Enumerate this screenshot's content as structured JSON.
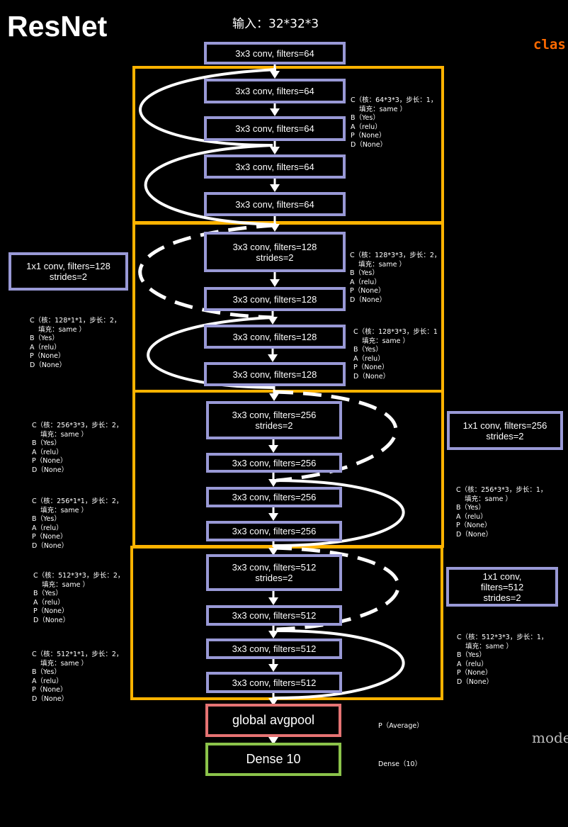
{
  "header": {
    "title": "ResNet",
    "input_label": "输入：32*32*3",
    "cut_right": "clas",
    "cut_bottom": "mode"
  },
  "colors": {
    "background": "#000000",
    "conv_border": "#9999d6",
    "stage_border": "#ffb300",
    "pool_border": "#e57373",
    "dense_border": "#8bc34a",
    "arrow": "#ffffff"
  },
  "layers": [
    "3x3 conv, filters=64",
    "3x3 conv, filters=64",
    "3x3 conv, filters=64",
    "3x3 conv, filters=64",
    "3x3 conv, filters=64",
    "3x3 conv, filters=128\nstrides=2",
    "3x3 conv, filters=128",
    "3x3 conv, filters=128",
    "3x3 conv, filters=128",
    "3x3 conv, filters=256\nstrides=2",
    "3x3 conv, filters=256",
    "3x3 conv, filters=256",
    "3x3 conv, filters=256",
    "3x3 conv, filters=512\nstrides=2",
    "3x3 conv, filters=512",
    "3x3 conv, filters=512",
    "3x3 conv, filters=512"
  ],
  "pool": {
    "label": "global avgpool",
    "note": "P（Average）"
  },
  "dense": {
    "label": "Dense 10",
    "note": "Dense（10）"
  },
  "shortcuts": [
    "1x1 conv, filters=128\nstrides=2",
    "1x1 conv, filters=256\nstrides=2",
    "1x1 conv,\nfilters=512\nstrides=2"
  ],
  "annotations": [
    [
      "C（核：64*3*3，步长：1，",
      "    填充：same ）",
      "B（Yes）",
      "A（relu）",
      "P（None）",
      "D（None）"
    ],
    [
      "C（核：128*3*3，步长：2，",
      "    填充：same ）",
      "B（Yes）",
      "A（relu）",
      "P（None）",
      "D（None）"
    ],
    [
      "C（核：128*1*1，步长：2，",
      "    填充：same ）",
      "B（Yes）",
      "A（relu）",
      "P（None）",
      "D（None）"
    ],
    [
      "C（核：128*3*3，步长：1",
      "    填充：same ）",
      "B（Yes）",
      "A（relu）",
      "P（None）",
      "D（None）"
    ],
    [
      "C（核：256*3*3，步长：2，",
      "    填充：same ）",
      "B（Yes）",
      "A（relu）",
      "P（None）",
      "D（None）"
    ],
    [
      "C（核：256*1*1，步长：2，",
      "    填充：same ）",
      "B（Yes）",
      "A（relu）",
      "P（None）",
      "D（None）"
    ],
    [
      "C（核：256*3*3，步长：1，",
      "    填充：same ）",
      "B（Yes）",
      "A（relu）",
      "P（None）",
      "D（None）"
    ],
    [
      "C（核：512*3*3，步长：2，",
      "    填充：same ）",
      "B（Yes）",
      "A（relu）",
      "P（None）",
      "D（None）"
    ],
    [
      "C（核：512*1*1，步长：2，",
      "    填充：same ）",
      "B（Yes）",
      "A（relu）",
      "P（None）",
      "D（None）"
    ],
    [
      "C（核：512*3*3，步长：1，",
      "    填充：same ）",
      "B（Yes）",
      "A（relu）",
      "P（None）",
      "D（None）"
    ]
  ]
}
